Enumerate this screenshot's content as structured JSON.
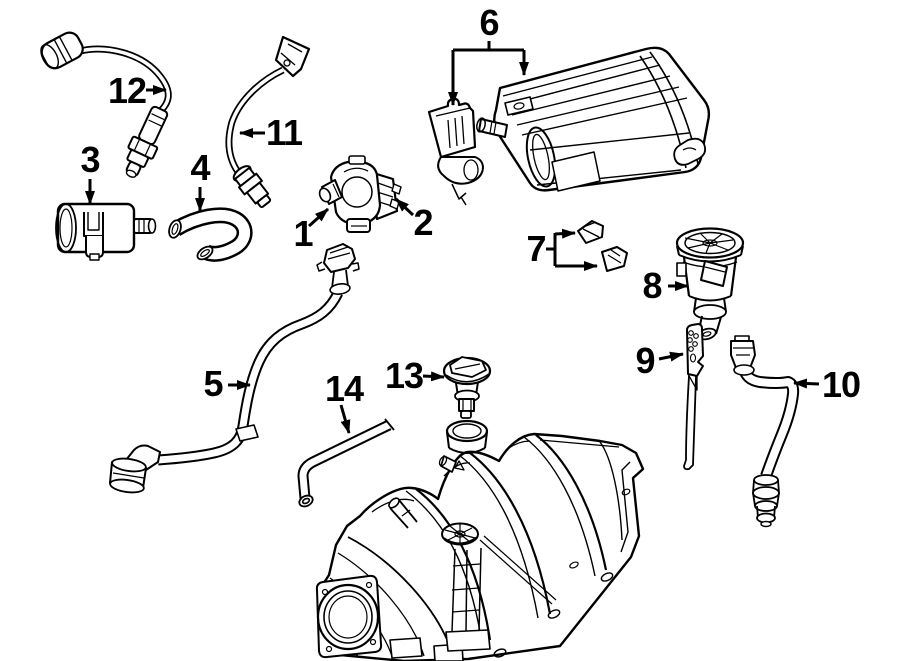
{
  "diagram": {
    "background_color": "#ffffff",
    "line_color": "#000000",
    "callouts": [
      {
        "label": "1"
      },
      {
        "label": "2"
      },
      {
        "label": "3"
      },
      {
        "label": "4"
      },
      {
        "label": "5"
      },
      {
        "label": "6"
      },
      {
        "label": "7"
      },
      {
        "label": "8"
      },
      {
        "label": "9"
      },
      {
        "label": "10"
      },
      {
        "label": "11"
      },
      {
        "label": "12"
      },
      {
        "label": "13"
      },
      {
        "label": "14"
      }
    ]
  }
}
